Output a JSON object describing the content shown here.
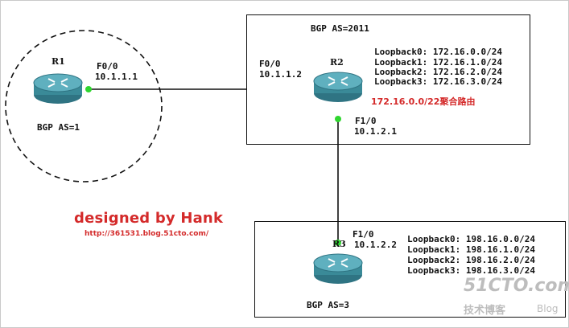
{
  "r1": {
    "name": "R1",
    "interface": "F0/0",
    "ip": "10.1.1.1",
    "as_label": "BGP AS=1"
  },
  "r2": {
    "name": "R2",
    "as_label": "BGP AS=2011",
    "if_f00": "F0/0",
    "ip_f00": "10.1.1.2",
    "if_f10": "F1/0",
    "ip_f10": "10.1.2.1",
    "loopbacks": [
      "Loopback0: 172.16.0.0/24",
      "Loopback1: 172.16.1.0/24",
      "Loopback2: 172.16.2.0/24",
      "Loopback3: 172.16.3.0/24"
    ],
    "aggregate": "172.16.0.0/22聚合路由"
  },
  "r3": {
    "name": "R3",
    "as_label": "BGP AS=3",
    "interface": "F1/0",
    "ip": "10.1.2.2",
    "loopbacks": [
      "Loopback0: 198.16.0.0/24",
      "Loopback1: 198.16.1.0/24",
      "Loopback2: 198.16.2.0/24",
      "Loopback3: 198.16.3.0/24"
    ]
  },
  "credit": {
    "designed": "designed by Hank",
    "url": "http://361531.blog.51cto.com/"
  },
  "watermark": {
    "brand": "51CTO.com",
    "sub": "技术博客",
    "blog": "Blog"
  },
  "colors": {
    "accent_red": "#d42a2a",
    "link_green": "#2fd62f",
    "router_body": "#3a8a98"
  }
}
